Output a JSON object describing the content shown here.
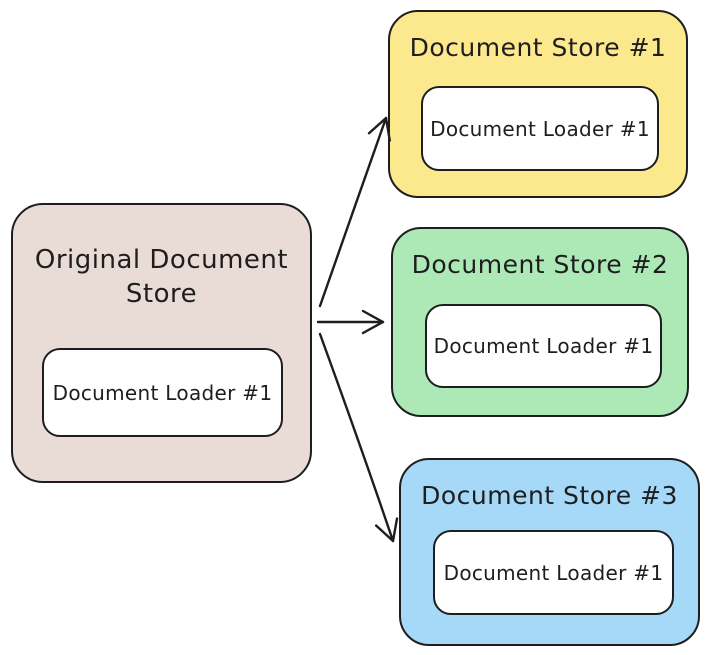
{
  "diagram": {
    "background": "#ffffff",
    "stroke_color": "#1e1e1e",
    "inner_fill": "#ffffff",
    "source_store": {
      "title": "Original Document Store",
      "loader_label": "Document Loader #1",
      "fill": "#e9dcd6"
    },
    "target_stores": [
      {
        "title": "Document Store #1",
        "loader_label": "Document Loader #1",
        "fill": "#fce88d"
      },
      {
        "title": "Document Store #2",
        "loader_label": "Document Loader #1",
        "fill": "#ace9b7"
      },
      {
        "title": "Document Store #3",
        "loader_label": "Document Loader #1",
        "fill": "#a6d8f8"
      }
    ],
    "arrows": [
      {
        "name": "source-to-store-1"
      },
      {
        "name": "source-to-store-2"
      },
      {
        "name": "source-to-store-3"
      }
    ]
  }
}
